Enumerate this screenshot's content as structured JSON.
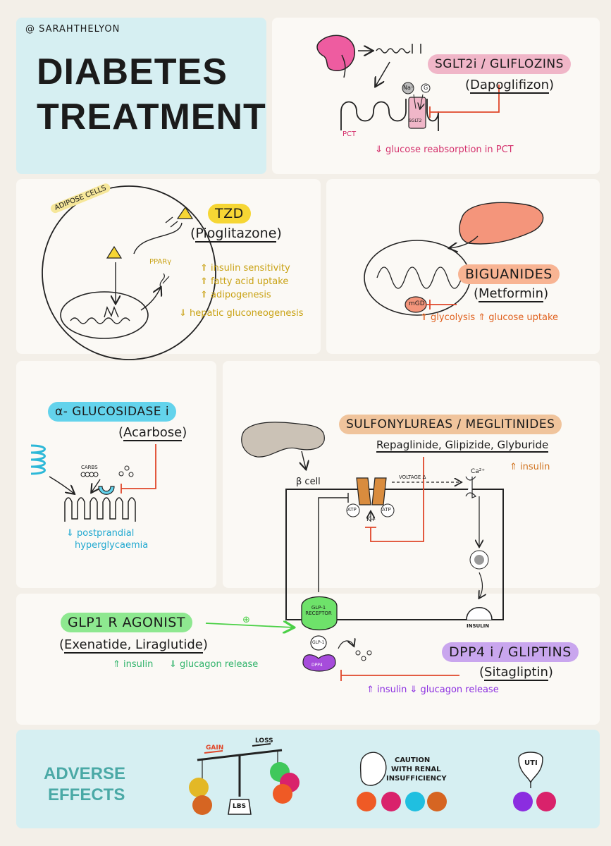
{
  "header": {
    "credit": "@ SARAHTHELYON",
    "title_line1": "DIABETES",
    "title_line2": "TREATMENT"
  },
  "sglt2": {
    "name": "SGLT2i / GLIFLOZINS",
    "drug": "Dapoglifizon",
    "effect": "⇓ glucose reabsorption in PCT",
    "labels": {
      "pct": "PCT",
      "na": "Na⁺",
      "g": "G",
      "transporter": "SGLT2"
    }
  },
  "tzd": {
    "name": "TZD",
    "drug": "Pioglitazone",
    "cell_label": "ADIPOSE CELLS",
    "ppar": "PPARγ",
    "effects": [
      "⇑ insulin sensitivity",
      "⇑ fatty acid uptake",
      "⇑ adipogenesis"
    ],
    "effect_down": "⇓ hepatic gluconeogenesis"
  },
  "biguanides": {
    "name": "BIGUANIDES",
    "drug": "Metformin",
    "mgd": "mGD",
    "effect": "⇑ glycolysis ⇑ glucose uptake"
  },
  "alpha": {
    "name": "α- GLUCOSIDASE i",
    "drug": "Acarbose",
    "carbs": "CARBS",
    "effect_line1": "⇓ postprandial",
    "effect_line2": "hyperglycaemia"
  },
  "sulfonylureas": {
    "name": "SULFONYLUREAS / MEGLITINIDES",
    "drugs": "Repaglinide, Glipizide, Glyburide",
    "effect": "⇑ insulin",
    "beta_cell": "β cell",
    "voltage": "VOLTAGE Δ",
    "ca": "Ca²⁺",
    "atp": "ATP",
    "k": "K+",
    "insulin_label": "INSULIN"
  },
  "glp1": {
    "name": "GLP1 R AGONIST",
    "drugs": "Exenatide, Liraglutide",
    "effect_a": "⇑ insulin",
    "effect_b": "⇓ glucagon release",
    "receptor": "GLP-1 RECEPTOR",
    "ligand": "GLP-1",
    "plus": "⊕"
  },
  "dpp4": {
    "name": "DPP4 i / GLIPTINS",
    "drug": "Sitagliptin",
    "enzyme": "DPP4",
    "effect": "⇑ insulin ⇓ glucagon release"
  },
  "adverse": {
    "title_line1": "ADVERSE",
    "title_line2": "EFFECTS",
    "gain": "GAIN",
    "loss": "LOSS",
    "lbs": "LBS",
    "renal_line1": "CAUTION",
    "renal_line2": "WITH RENAL",
    "renal_line3": "INSUFFICIENCY",
    "uti": "UTI"
  },
  "colors": {
    "sglt2": "#f0b6c8",
    "tzd": "#f6d634",
    "biguanides": "#f8b493",
    "alpha": "#63d3ec",
    "sulfonylureas": "#f0c49c",
    "glp1": "#8ee890",
    "dpp4": "#c9a6ee",
    "inhibit": "#e0472a",
    "teal_text": "#4aa9a6"
  }
}
